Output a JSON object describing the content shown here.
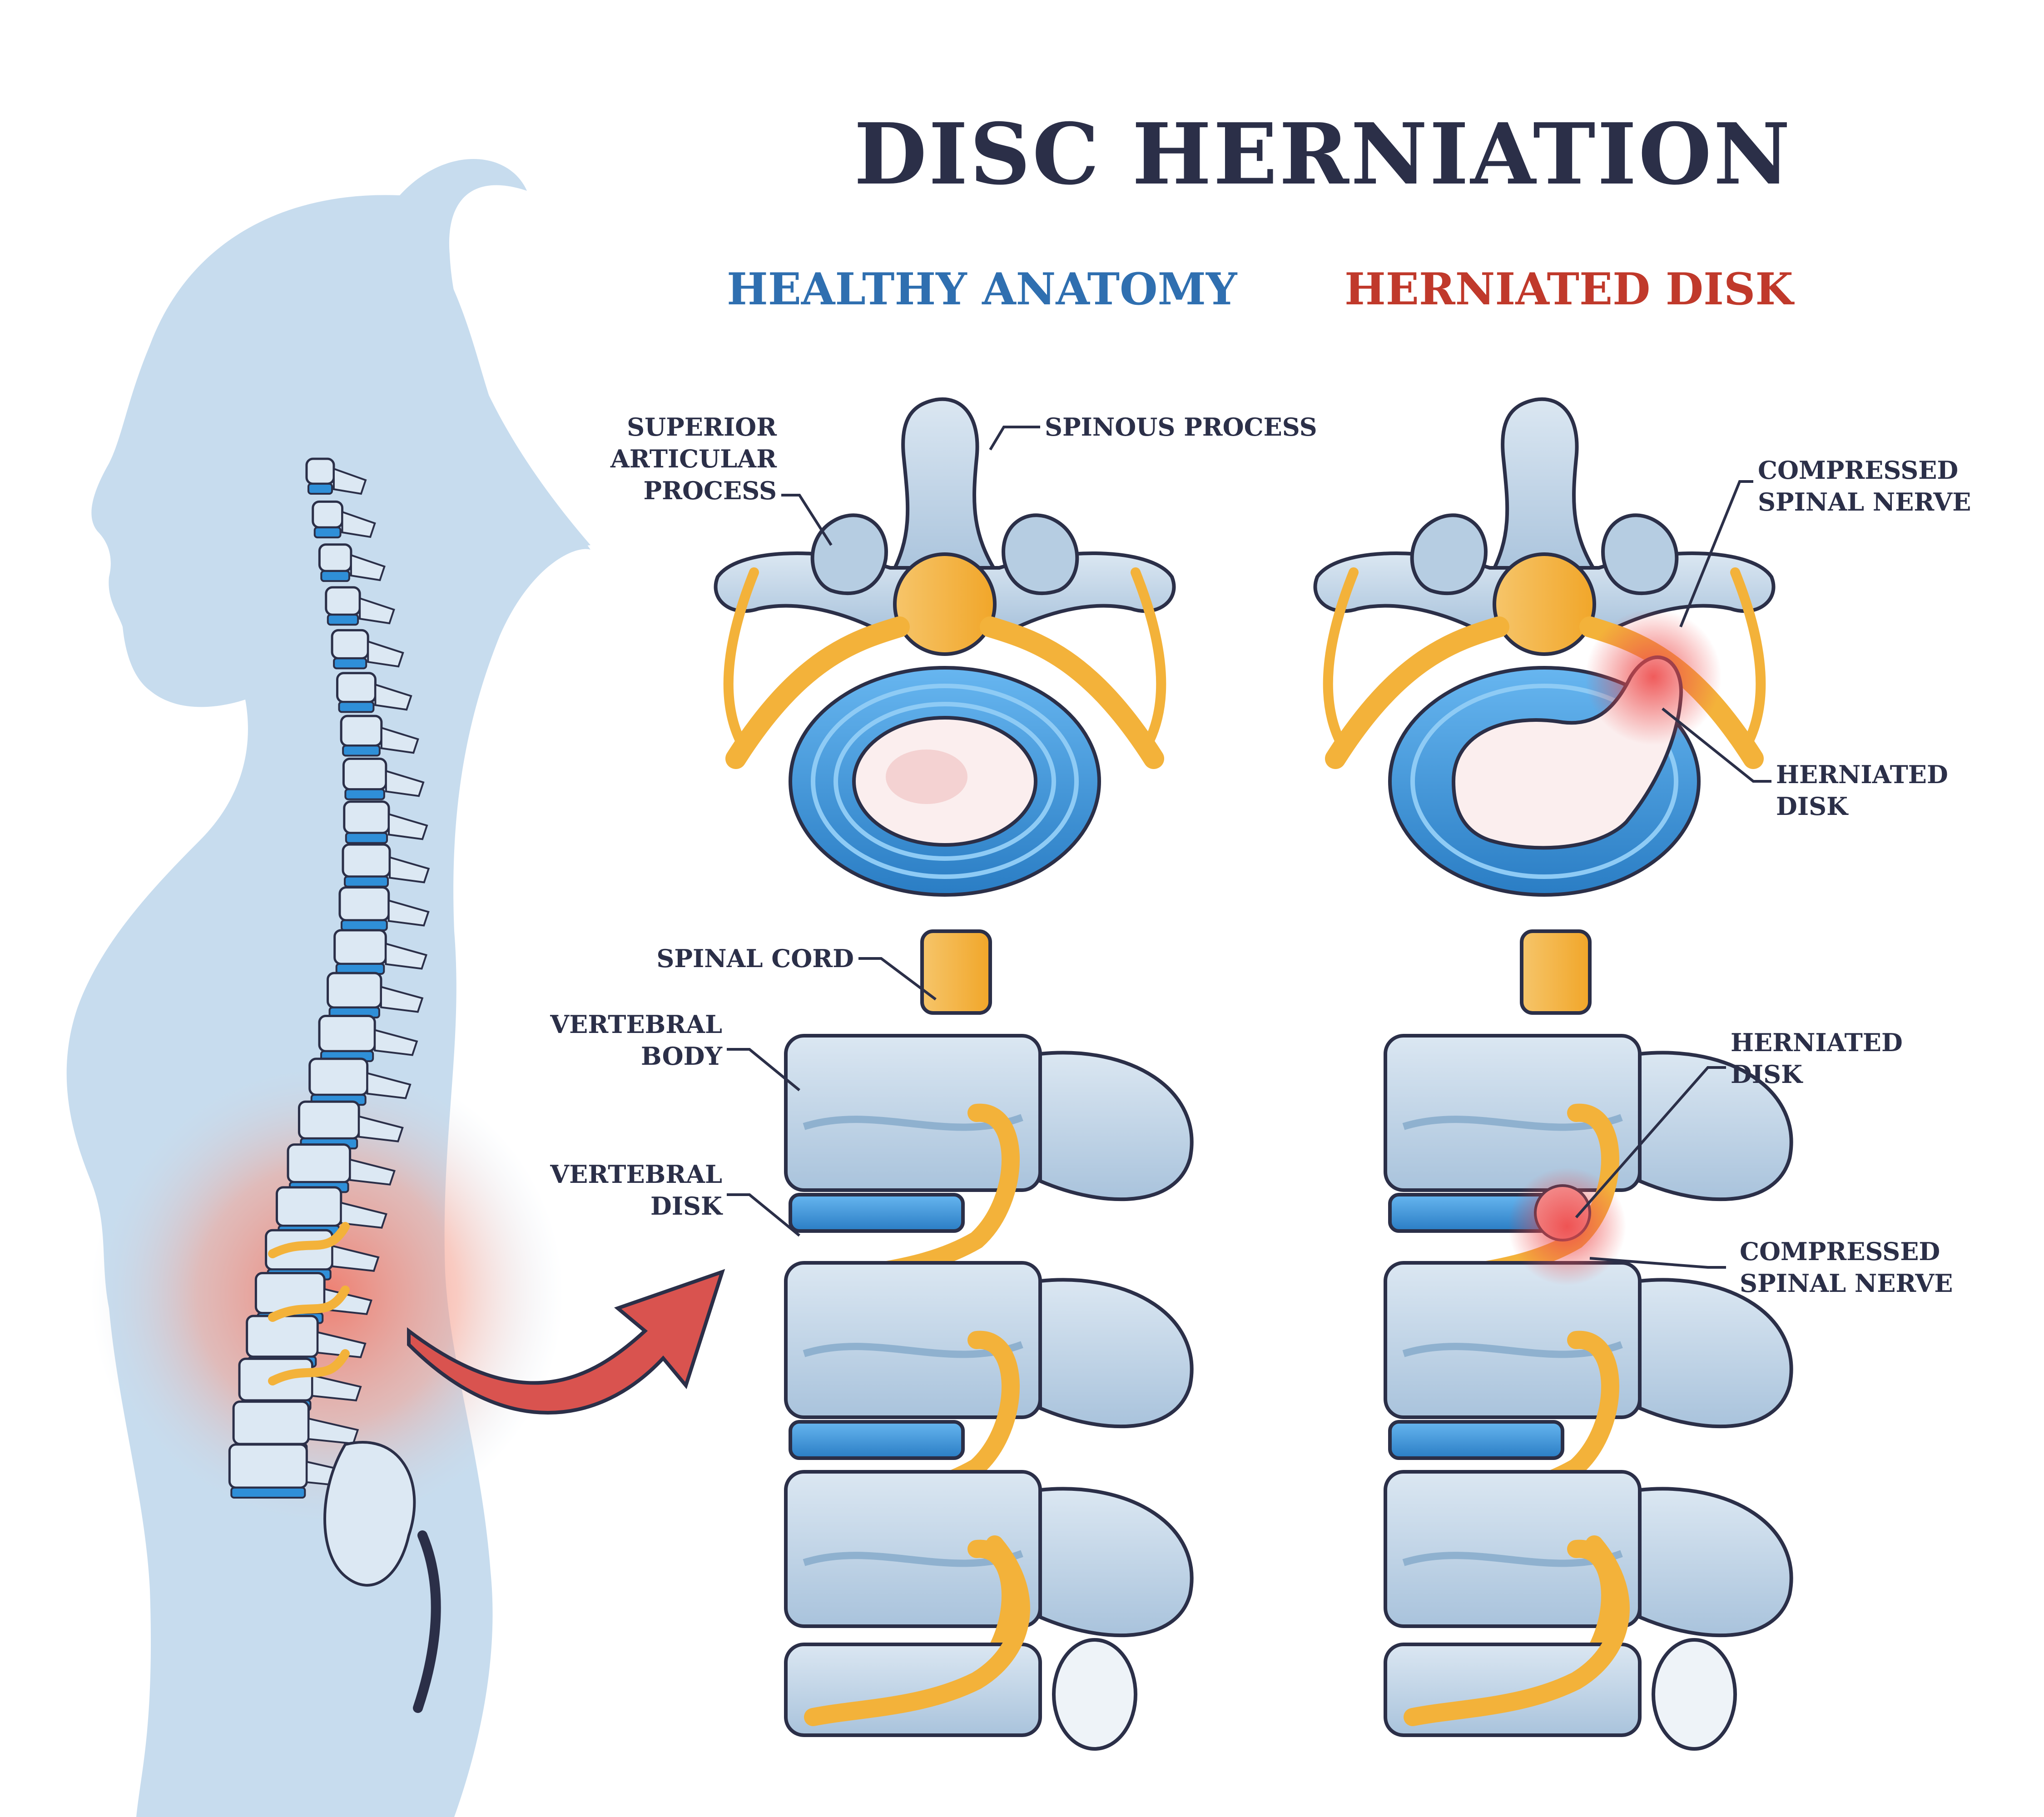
{
  "title": "DISC HERNIATION",
  "subtitles": {
    "healthy": "HEALTHY ANATOMY",
    "herniated": "HERNIATED DISK"
  },
  "labels": {
    "superior_articular_process": [
      "SUPERIOR",
      "ARTICULAR",
      "PROCESS"
    ],
    "spinous_process": "SPINOUS PROCESS",
    "compressed_spinal_nerve_top": [
      "COMPRESSED",
      "SPINAL NERVE"
    ],
    "herniated_disk_top": [
      "HERNIATED",
      "DISK"
    ],
    "spinal_cord": "SPINAL CORD",
    "vertebral_body": [
      "VERTEBRAL",
      "BODY"
    ],
    "vertebral_disk": [
      "VERTEBRAL",
      "DISK"
    ],
    "herniated_disk_side": [
      "HERNIATED",
      "DISK"
    ],
    "compressed_spinal_nerve_side": [
      "COMPRESSED",
      "SPINAL NERVE"
    ]
  },
  "colors": {
    "title": "#2b2f48",
    "healthy": "#2f6fb0",
    "herniated": "#c0392b",
    "silhouette": "#c7dcee",
    "bone": "#c9d9e8",
    "bone_shade": "#8fb1cf",
    "disc": "#3f9be0",
    "nerve": "#f3b23a",
    "pain": "#f07a6a",
    "arrow": "#d9534f",
    "outline": "#2b2f48"
  }
}
